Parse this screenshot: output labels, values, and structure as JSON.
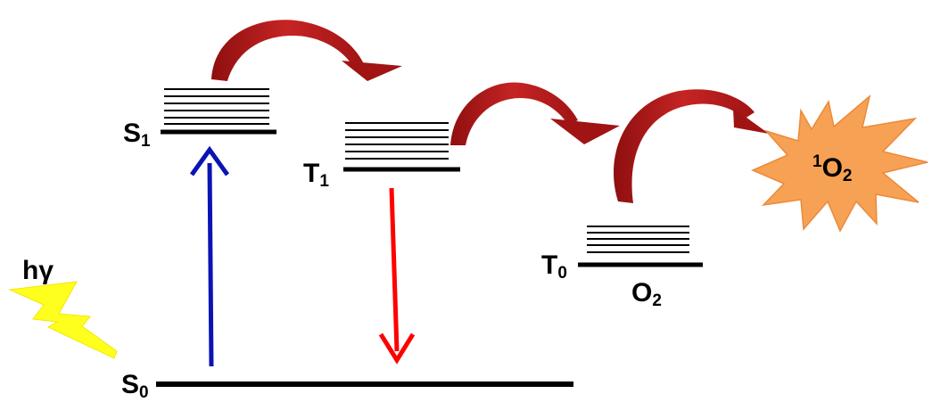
{
  "levels": {
    "s0": {
      "symbol": "S",
      "subscript": "0"
    },
    "s1": {
      "symbol": "S",
      "subscript": "1"
    },
    "t1": {
      "symbol": "T",
      "subscript": "1"
    },
    "t0": {
      "symbol": "T",
      "subscript": "0"
    }
  },
  "oxygen": {
    "symbol": "O",
    "subscript": "2"
  },
  "singlet_oxygen": {
    "superscript": "1",
    "symbol": "O",
    "subscript": "2"
  },
  "light": {
    "label": "hγ"
  },
  "colors": {
    "absorption_arrow": "#0a14b4",
    "emission_arrow": "#ff0000",
    "transfer_arrow": "#a01414",
    "starburst_fill": "#f7a154",
    "starburst_stroke": "#eb8a3a",
    "lightning_fill": "#ffff1e",
    "level_line": "#000000"
  },
  "icons": {
    "light": "lightning-bolt-icon",
    "singlet_oxygen": "starburst-icon"
  }
}
